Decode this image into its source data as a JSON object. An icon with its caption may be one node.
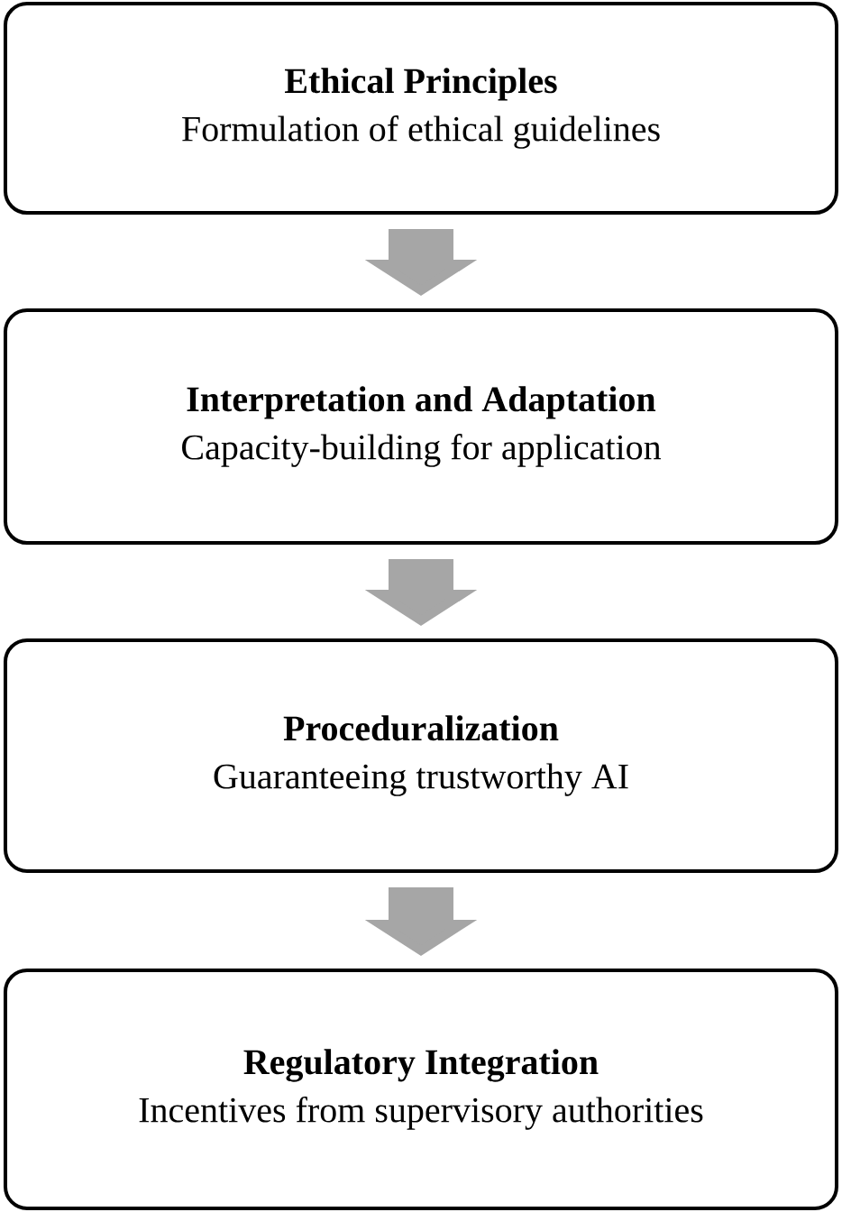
{
  "diagram": {
    "nodes": [
      {
        "text": [
          "Ethical Principles",
          "Formulation of ethical guidelines"
        ]
      },
      {
        "text": [
          "Interpretation and Adaptation",
          "Capacity-building for application"
        ]
      },
      {
        "text": [
          "Proceduralization",
          "Guaranteeing trustworthy AI"
        ]
      },
      {
        "text": [
          "Regulatory Integration",
          "Incentives from supervisory authorities"
        ]
      }
    ],
    "edges": [
      {
        "from": 0,
        "to": 1,
        "arrow": "to"
      },
      {
        "from": 1,
        "to": 2,
        "arrow": "to"
      },
      {
        "from": 2,
        "to": 3,
        "arrow": "to"
      }
    ]
  }
}
